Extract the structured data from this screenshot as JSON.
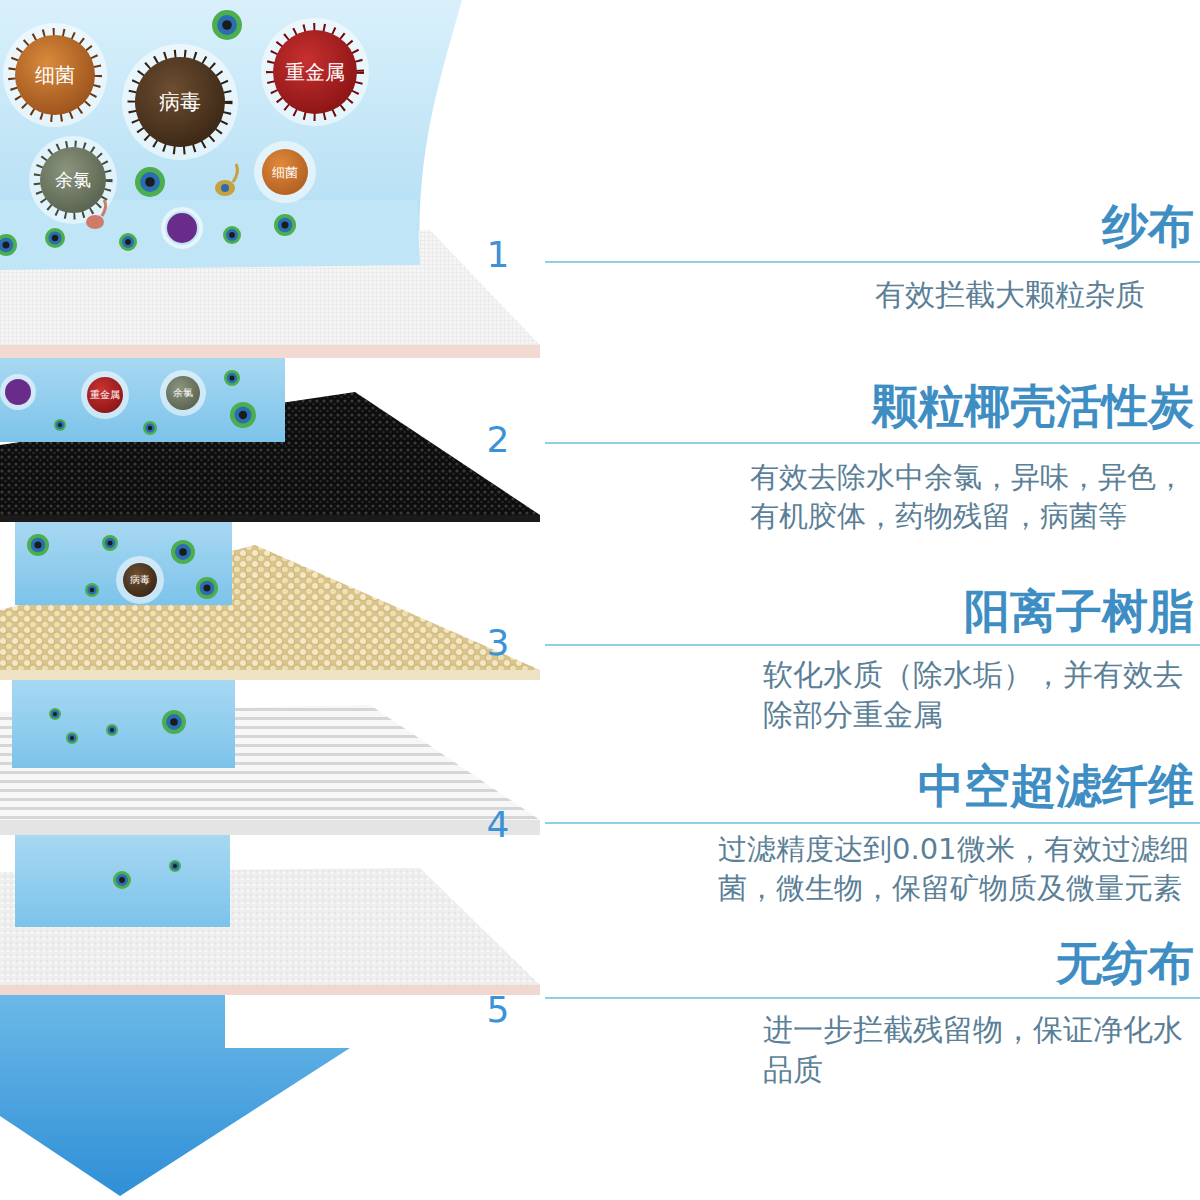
{
  "diagram": {
    "nodes": [
      {
        "text": [
          "细菌"
        ]
      },
      {
        "text": [
          "病毒"
        ]
      },
      {
        "text": [
          "重金属"
        ]
      },
      {
        "text": [
          "余氯"
        ]
      },
      {
        "text": [
          "细菌"
        ]
      },
      {
        "text": [
          "重金属"
        ]
      },
      {
        "text": [
          "余氯"
        ]
      },
      {
        "text": [
          "病毒"
        ]
      }
    ],
    "labels": [
      "1",
      "纱布",
      "有效拦截大颗粒杂质",
      "2",
      "颗粒椰壳活性炭",
      "有效去除水中余氯，异味，异色，有机胶体，药物残留，病菌等",
      "3",
      "阳离子树脂",
      "软化水质（除水垢），并有效去除部分重金属",
      "4",
      "中空超滤纤维",
      "过滤精度达到0.01微米，有效过滤细菌，微生物，保留矿物质及微量元素",
      "5",
      "无纺布",
      "进一步拦截残留物，保证净化水品质"
    ]
  }
}
